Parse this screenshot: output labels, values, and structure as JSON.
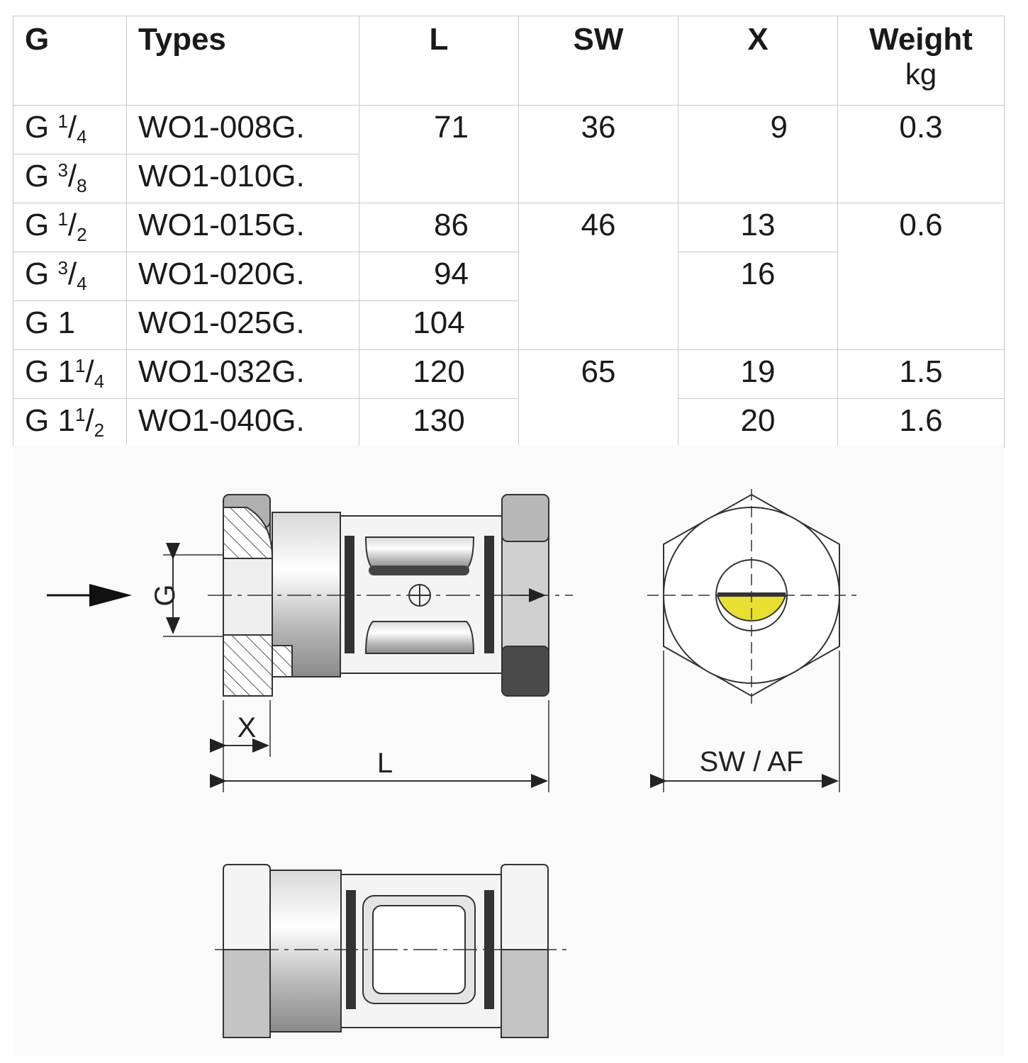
{
  "table": {
    "headers": {
      "g": "G",
      "types": "Types",
      "l": "L",
      "sw": "SW",
      "x": "X",
      "weight": "Weight",
      "weight_unit": "kg"
    },
    "rows": [
      {
        "g_base": "G ",
        "g_num": "1",
        "g_den": "4",
        "type": "WO1-008G."
      },
      {
        "g_base": "G ",
        "g_num": "3",
        "g_den": "8",
        "type": "WO1-010G."
      },
      {
        "g_base": "G ",
        "g_num": "1",
        "g_den": "2",
        "type": "WO1-015G."
      },
      {
        "g_base": "G ",
        "g_num": "3",
        "g_den": "4",
        "type": "WO1-020G."
      },
      {
        "g_base": "G 1",
        "g_num": "",
        "g_den": "",
        "type": "WO1-025G."
      },
      {
        "g_base": "G 1",
        "g_num": "1",
        "g_den": "4",
        "type": "WO1-032G."
      },
      {
        "g_base": "G 1",
        "g_num": "1",
        "g_den": "2",
        "type": "WO1-040G."
      }
    ],
    "l_values": [
      "71",
      "86",
      "94",
      "104",
      "120",
      "130"
    ],
    "sw_values": [
      "36",
      "46",
      "65"
    ],
    "x_values": [
      "9",
      "13",
      "16",
      "19",
      "20"
    ],
    "weight_values": [
      "0.3",
      "0.6",
      "1.5",
      "1.6"
    ]
  },
  "drawing": {
    "label_g": "G",
    "label_x": "X",
    "label_l": "L",
    "label_sw": "SW / AF",
    "fluid_color": "#e8e030"
  }
}
